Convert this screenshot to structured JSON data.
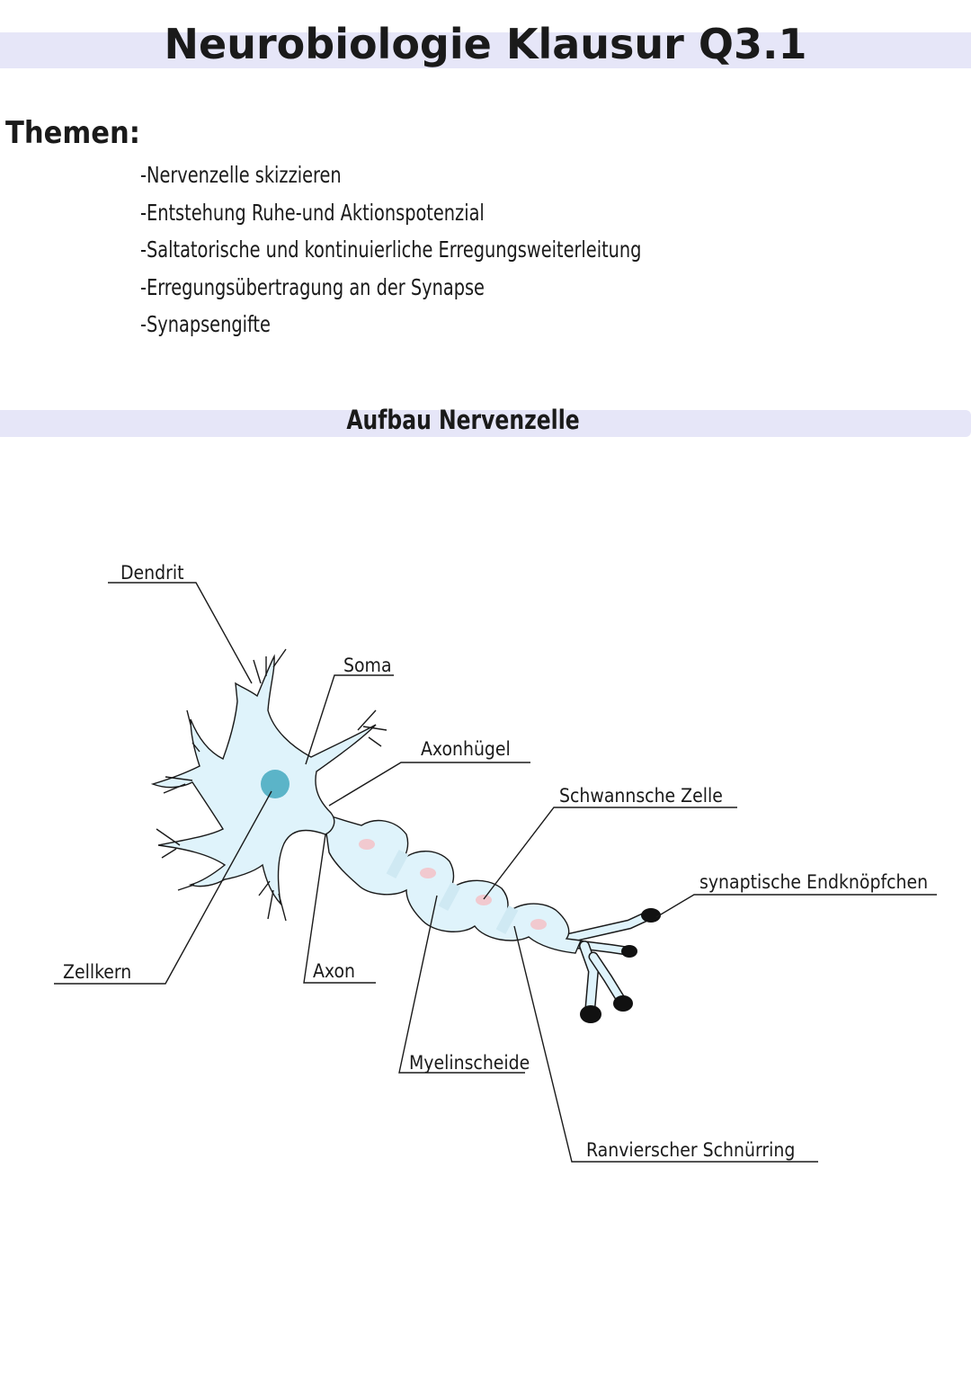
{
  "header": {
    "title": "Neurobiologie Klausur Q3.1"
  },
  "themen": {
    "heading": "Themen:",
    "items": [
      "-Nervenzelle skizzieren",
      "-Entstehung Ruhe-und Aktionspotenzial",
      "-Saltatorische und kontinuierliche Erregungsweiterleitung",
      "-Erregungsübertragung an der Synapse",
      "-Synapsengifte"
    ]
  },
  "section": {
    "title": "Aufbau Nervenzelle"
  },
  "diagram": {
    "labels": {
      "dendrit": "Dendrit",
      "soma": "Soma",
      "axonhuegel": "Axonhügel",
      "schwann": "Schwannsche Zelle",
      "endknoepfchen": "synaptische Endknöpfchen",
      "zellkern": "Zellkern",
      "axon": "Axon",
      "myelin": "Myelinscheide",
      "ranvier": "Ranvierscher Schnürring"
    },
    "colors": {
      "cell_fill": "#dff3fb",
      "cell_outline": "#1a1a1a",
      "nucleus": "#5bb4c8",
      "myelin_node": "#cfe9f3",
      "schwann_nucleus": "#f1c9cf",
      "terminal": "#111111",
      "band": "#e6e6f8"
    }
  }
}
